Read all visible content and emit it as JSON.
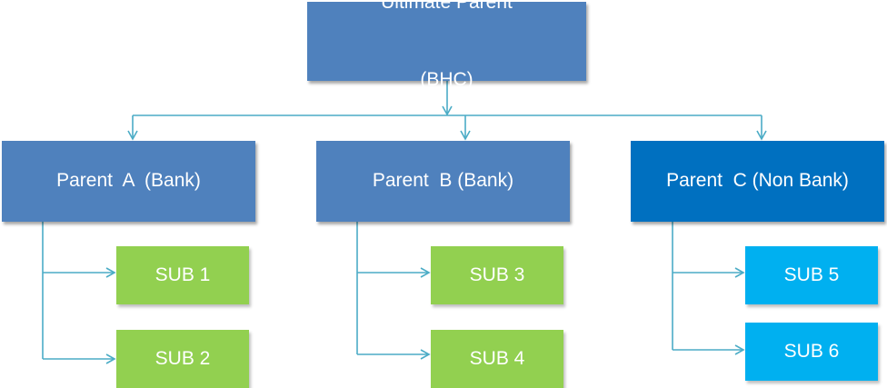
{
  "colors": {
    "root_fill": "#4f81bd",
    "parent_bank_fill": "#4f81bd",
    "parent_nonbank_fill": "#0070c0",
    "sub_bank_fill": "#92d050",
    "sub_nonbank_fill": "#00b0f0",
    "connector": "#4bacc6"
  },
  "root": {
    "line1": "Ultimate Parent",
    "line2": "(BHC)"
  },
  "parents": [
    {
      "label": "Parent  A  (Bank)",
      "subs": [
        "SUB 1",
        "SUB 2"
      ]
    },
    {
      "label": "Parent  B (Bank)",
      "subs": [
        "SUB 3",
        "SUB 4"
      ]
    },
    {
      "label": "Parent  C (Non Bank)",
      "subs": [
        "SUB 5",
        "SUB 6"
      ]
    }
  ]
}
